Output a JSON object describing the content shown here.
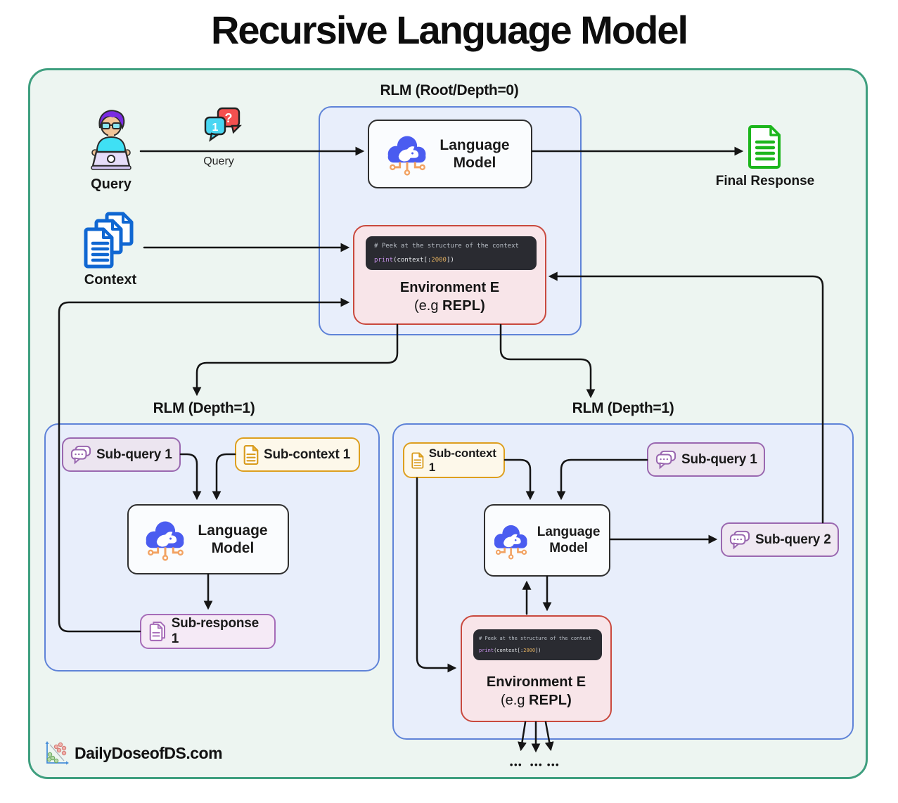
{
  "title": "Recursive Language Model",
  "palette": {
    "outer_bg": "#edf5f1",
    "outer_border": "#3f9f7f",
    "rlm_box_bg": "#e8eefb",
    "rlm_box_border": "#5f83d8",
    "env_bg": "#f8e5e9",
    "env_border": "#c9493e",
    "code_bg": "#2a2b31",
    "code_keyword": "#c792ea",
    "code_number": "#e3b05f",
    "purple_chip_border": "#9a68b0",
    "yellow_chip_border": "#dd9f1f",
    "cloud_blue": "#4a5cf0",
    "circuit_orange": "#f2a363",
    "final_doc_green": "#1db61d",
    "context_doc_blue": "#1067d2",
    "arrow_color": "#151515"
  },
  "root": {
    "label": "RLM (Root/Depth=0)",
    "language_model_label": "Language Model",
    "environment": {
      "code_comment": "# Peek at the structure of the context",
      "code_keyword": "print",
      "code_open": "(context[:",
      "code_number": "2000",
      "code_close": "])",
      "name": "Environment E",
      "example_prefix": "(e.g ",
      "example_emphasis": "REPL)"
    }
  },
  "io": {
    "user_label": "Query",
    "bubble_label": "Query",
    "context_label": "Context",
    "final_response_label": "Final Response"
  },
  "children": {
    "left": {
      "label": "RLM (Depth=1)",
      "sub_query_1": "Sub-query 1",
      "sub_context_1": "Sub-context 1",
      "language_model_label": "Language Model",
      "sub_response_1": "Sub-response 1"
    },
    "right": {
      "label": "RLM (Depth=1)",
      "sub_context_1": "Sub-context 1",
      "sub_query_1": "Sub-query 1",
      "language_model_label": "Language Model",
      "sub_query_2": "Sub-query 2",
      "environment": {
        "code_comment": "# Peek at the structure of the context",
        "code_keyword": "print",
        "code_open": "(context[:",
        "code_number": "2000",
        "code_close": "])",
        "name": "Environment E",
        "example_prefix": "(e.g ",
        "example_emphasis": "REPL)"
      }
    }
  },
  "ellipsis": "•••",
  "footer": {
    "brand": "DailyDoseofDS.com"
  }
}
